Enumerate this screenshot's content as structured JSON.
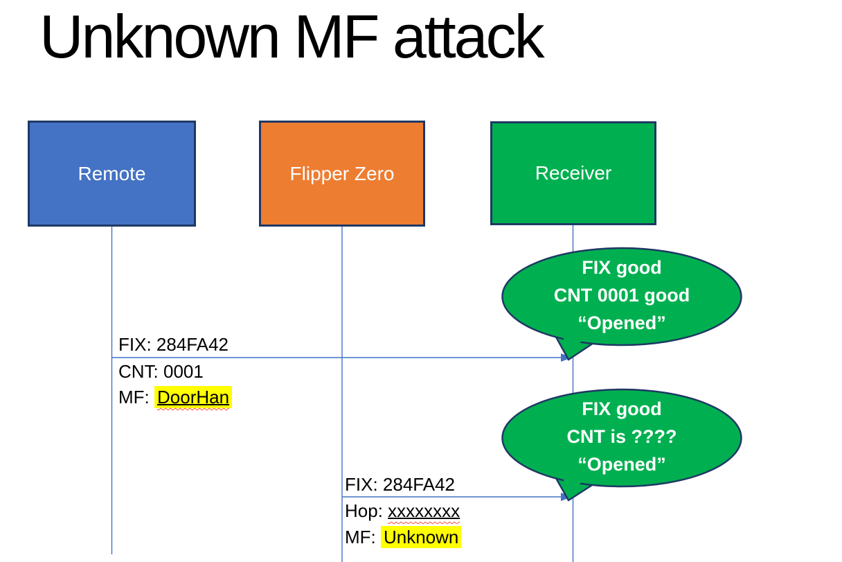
{
  "slide": {
    "title": "Unknown MF attack"
  },
  "actors": [
    {
      "label": "Remote",
      "fill": "#4472C4"
    },
    {
      "label": "Flipper Zero",
      "fill": "#ED7D31"
    },
    {
      "label": "Receiver",
      "fill": "#00B050"
    }
  ],
  "message1": {
    "fix": "FIX: 284FA42",
    "cnt": "CNT: 0001",
    "mf_prefix": "MF: ",
    "mf_value": "DoorHan"
  },
  "message2": {
    "fix": "FIX: 284FA42",
    "hop_prefix": "Hop: ",
    "hop_value": "xxxxxxxx",
    "mf_prefix": "MF: ",
    "mf_value": "Unknown"
  },
  "bubble1": {
    "line1": "FIX good",
    "line2": "CNT 0001 good",
    "line3": "“Opened”"
  },
  "bubble2": {
    "line1": "FIX good",
    "line2": "CNT is ????",
    "line3": "“Opened”"
  },
  "colors": {
    "actor_border": "#1F3864",
    "connector_blue": "#4472C4",
    "bubble_green": "#00B050",
    "bubble_outline": "#1F3864",
    "highlight_yellow": "#FFFF00",
    "squiggle_red": "#FF4B33",
    "title_black": "#000000"
  }
}
